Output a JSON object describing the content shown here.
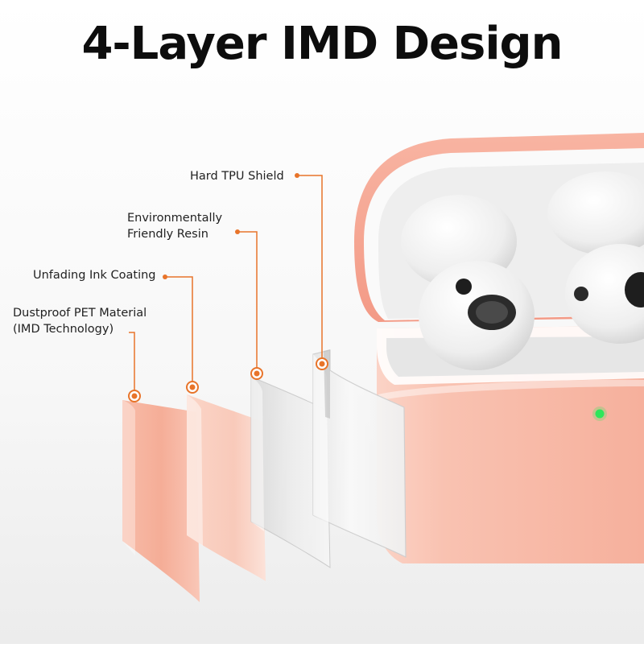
{
  "title": "4-Layer IMD Design",
  "layers": [
    {
      "label": "Hard TPU Shield"
    },
    {
      "label_line1": "Environmentally",
      "label_line2": "Friendly Resin"
    },
    {
      "label": "Unfading Ink Coating"
    },
    {
      "label_line1": "Dustproof PET Material",
      "label_line2": "(IMD Technology)"
    }
  ],
  "colors": {
    "accent": "#e8742a",
    "case": "#f8b8a6",
    "case_light": "#fbd0c2",
    "led": "#2ee65a"
  }
}
